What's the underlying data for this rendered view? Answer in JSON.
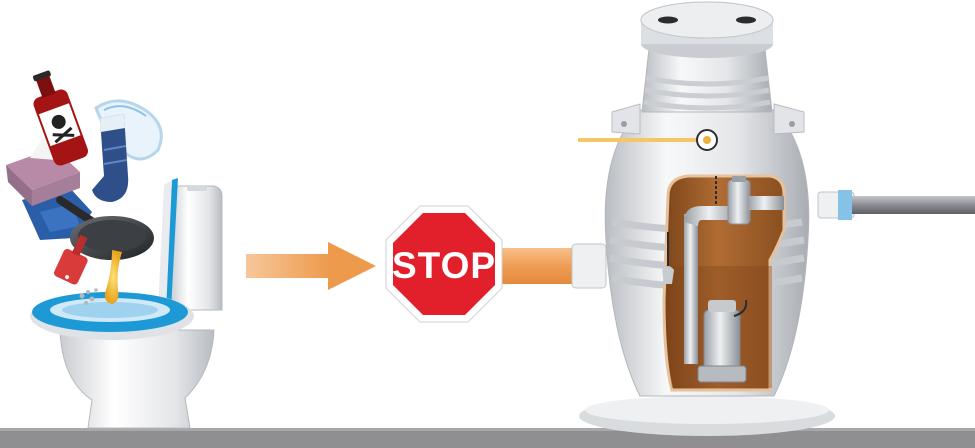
{
  "stop_sign": {
    "label": "STOP"
  },
  "palette": {
    "floor": "#8f8f91",
    "arrow": "#eea45c",
    "stop_red": "#e2202c",
    "porcelain": "#e9ebee",
    "tank_body": "#e6e8ea",
    "tank_interior": "#a8652e",
    "seat_blue": "#1d9ad6",
    "inlet_pipe": "#f6c565",
    "outlet_pipe": "#8e9094"
  },
  "debris_items": [
    "poison-bottle",
    "sock",
    "sanitary-pad",
    "tissue-box",
    "frying-pan",
    "cloth",
    "scoop",
    "grease"
  ]
}
